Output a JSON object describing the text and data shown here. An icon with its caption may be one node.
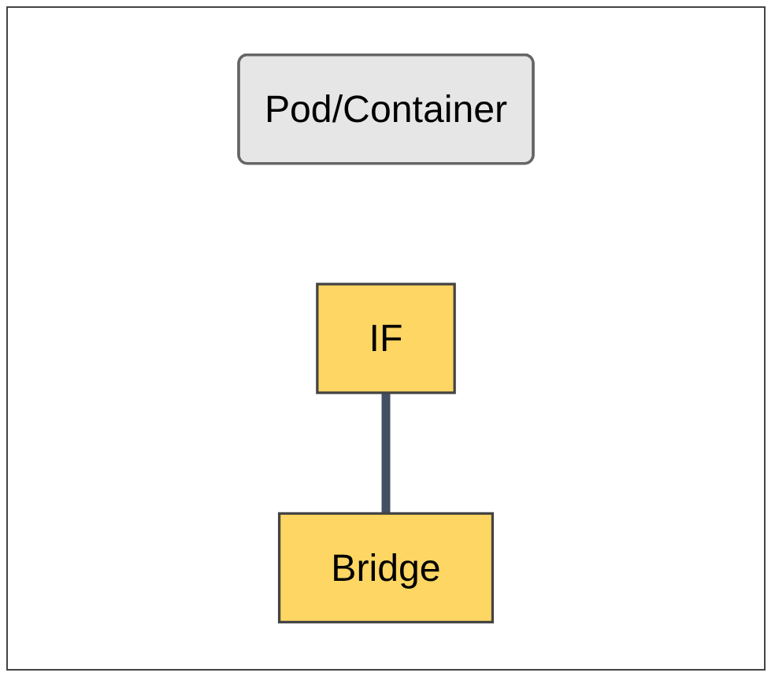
{
  "diagram": {
    "nodes": [
      {
        "text": [
          "Pod/Container"
        ]
      },
      {
        "text": [
          "IF"
        ]
      },
      {
        "text": [
          "Bridge"
        ]
      }
    ],
    "edges": [
      {
        "from": 1,
        "to": 2,
        "arrow": "none"
      }
    ]
  }
}
